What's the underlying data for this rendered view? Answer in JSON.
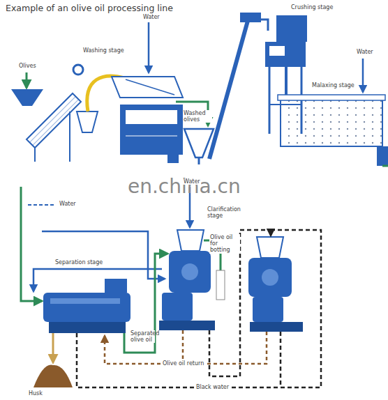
{
  "diagram": {
    "title": "Example of an olive oil processing line",
    "labels": [
      "Olives",
      "Washing stage",
      "Water",
      "Washed olives",
      "Crushing stage",
      "Water",
      "Malaxing stage",
      "en.china.cn",
      "Water",
      "Water",
      "Clarification stage",
      "Olive oil for botting",
      "Separation stage",
      "Separated olive oil",
      "Olive oil return",
      "Husk",
      "Black water"
    ]
  }
}
